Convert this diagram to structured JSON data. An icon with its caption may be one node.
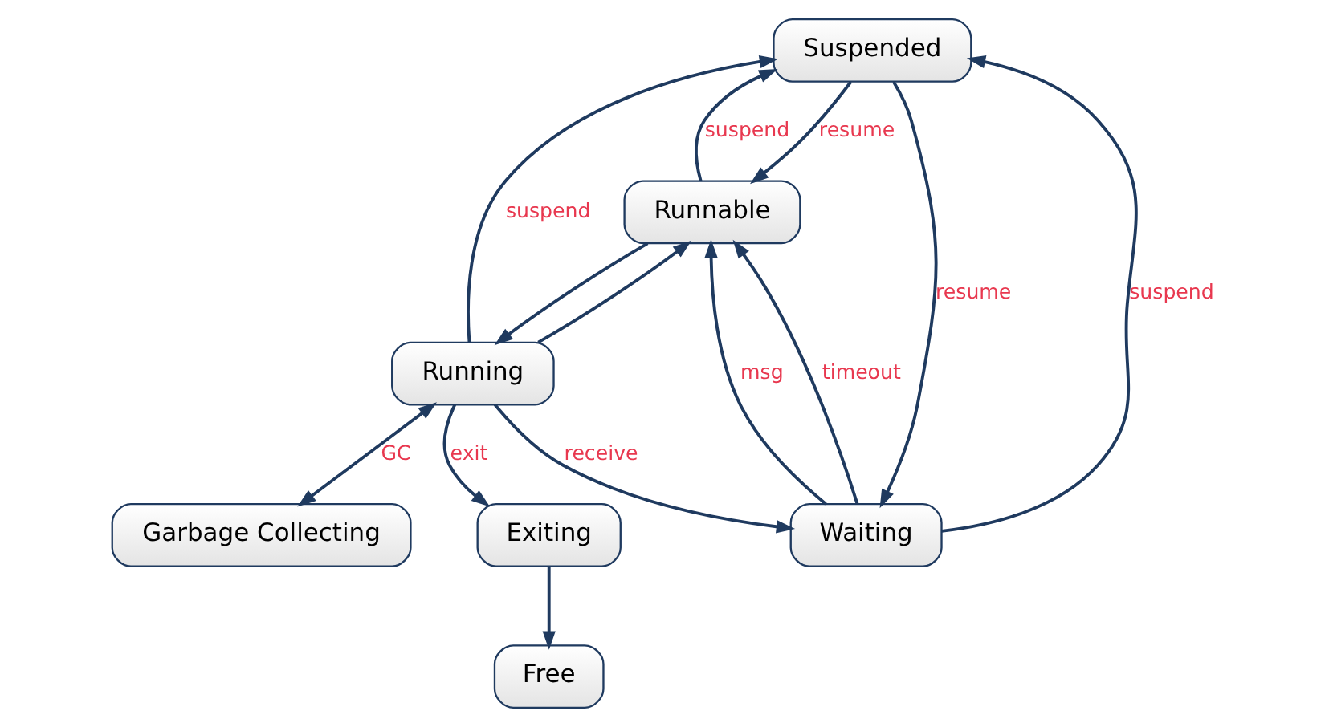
{
  "diagram": {
    "nodes": [
      {
        "text": [
          "Suspended"
        ]
      },
      {
        "text": [
          "Free"
        ]
      },
      {
        "text": [
          "Exiting"
        ]
      },
      {
        "text": [
          "Runnable"
        ]
      },
      {
        "text": [
          "Running"
        ]
      },
      {
        "text": [
          "Waiting"
        ]
      },
      {
        "text": [
          "Garbage Collecting"
        ]
      }
    ],
    "edges": [
      {
        "from": 3,
        "to": 0,
        "arrow": "to",
        "label": "suspend"
      },
      {
        "from": 0,
        "to": 3,
        "arrow": "to",
        "label": "resume"
      },
      {
        "from": 4,
        "to": 0,
        "arrow": "to",
        "label": "suspend"
      },
      {
        "from": 3,
        "to": 4,
        "arrow": "to"
      },
      {
        "from": 4,
        "to": 3,
        "arrow": "to"
      },
      {
        "from": 4,
        "to": 2,
        "arrow": "to",
        "label": "exit"
      },
      {
        "from": 2,
        "to": 1,
        "arrow": "to"
      },
      {
        "from": 4,
        "to": 6,
        "arrow": "both",
        "label": "GC"
      },
      {
        "from": 4,
        "to": 5,
        "arrow": "to",
        "label": "receive"
      },
      {
        "from": 5,
        "to": 3,
        "arrow": "to",
        "label": "msg"
      },
      {
        "from": 5,
        "to": 3,
        "arrow": "to",
        "label": "timeout"
      },
      {
        "from": 5,
        "to": 0,
        "arrow": "to",
        "label": "suspend"
      },
      {
        "from": 0,
        "to": 5,
        "arrow": "to",
        "label": "resume"
      }
    ]
  }
}
